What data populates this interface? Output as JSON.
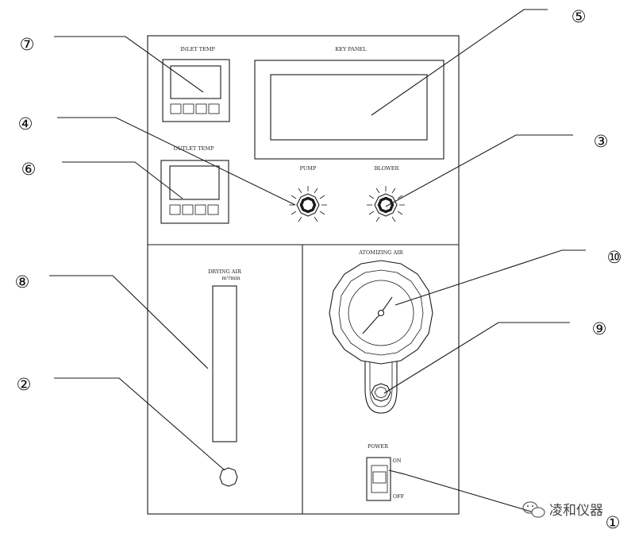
{
  "panel_labels": {
    "inlet_temp": "INLET TEMP",
    "key_panel": "KEY PANEL",
    "outlet_temp": "OUTLET TEMP",
    "pump": "PUMP",
    "blower": "BLOWER",
    "drying_air": "DRYING AIR",
    "drying_air_unit": "m³/min",
    "atomizing_air": "ATOMIZING AIR",
    "power": "POWER",
    "switch_on": "ON",
    "switch_off": "OFF"
  },
  "callouts": [
    "⑦",
    "④",
    "⑥",
    "⑧",
    "②",
    "⑤",
    "③",
    "⑩",
    "⑨",
    "①"
  ],
  "watermark": {
    "icon": "wechat-icon",
    "text": "凌和仪器"
  }
}
